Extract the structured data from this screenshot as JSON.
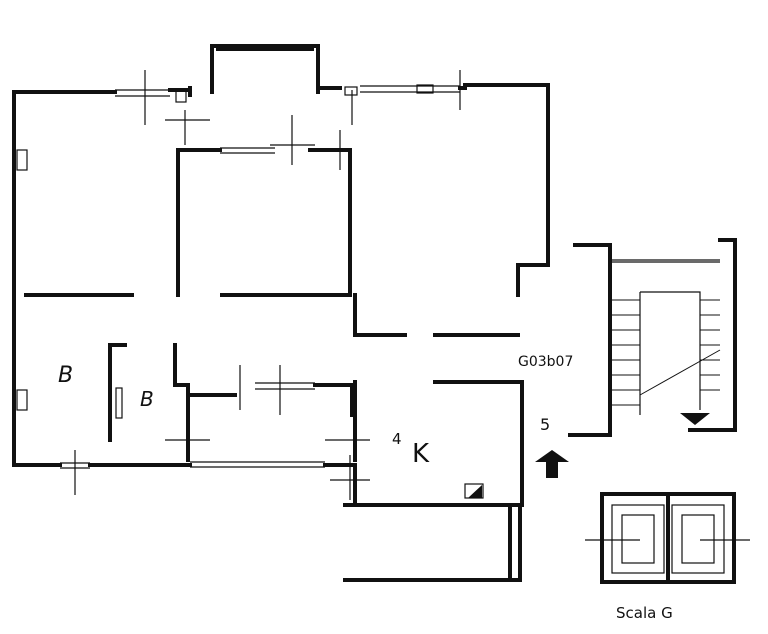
{
  "plan": {
    "room_labels": [
      "B",
      "B",
      "K",
      "4"
    ],
    "stair_number": "5",
    "plan_code": "G03b07",
    "stair_caption": "Scala G"
  }
}
